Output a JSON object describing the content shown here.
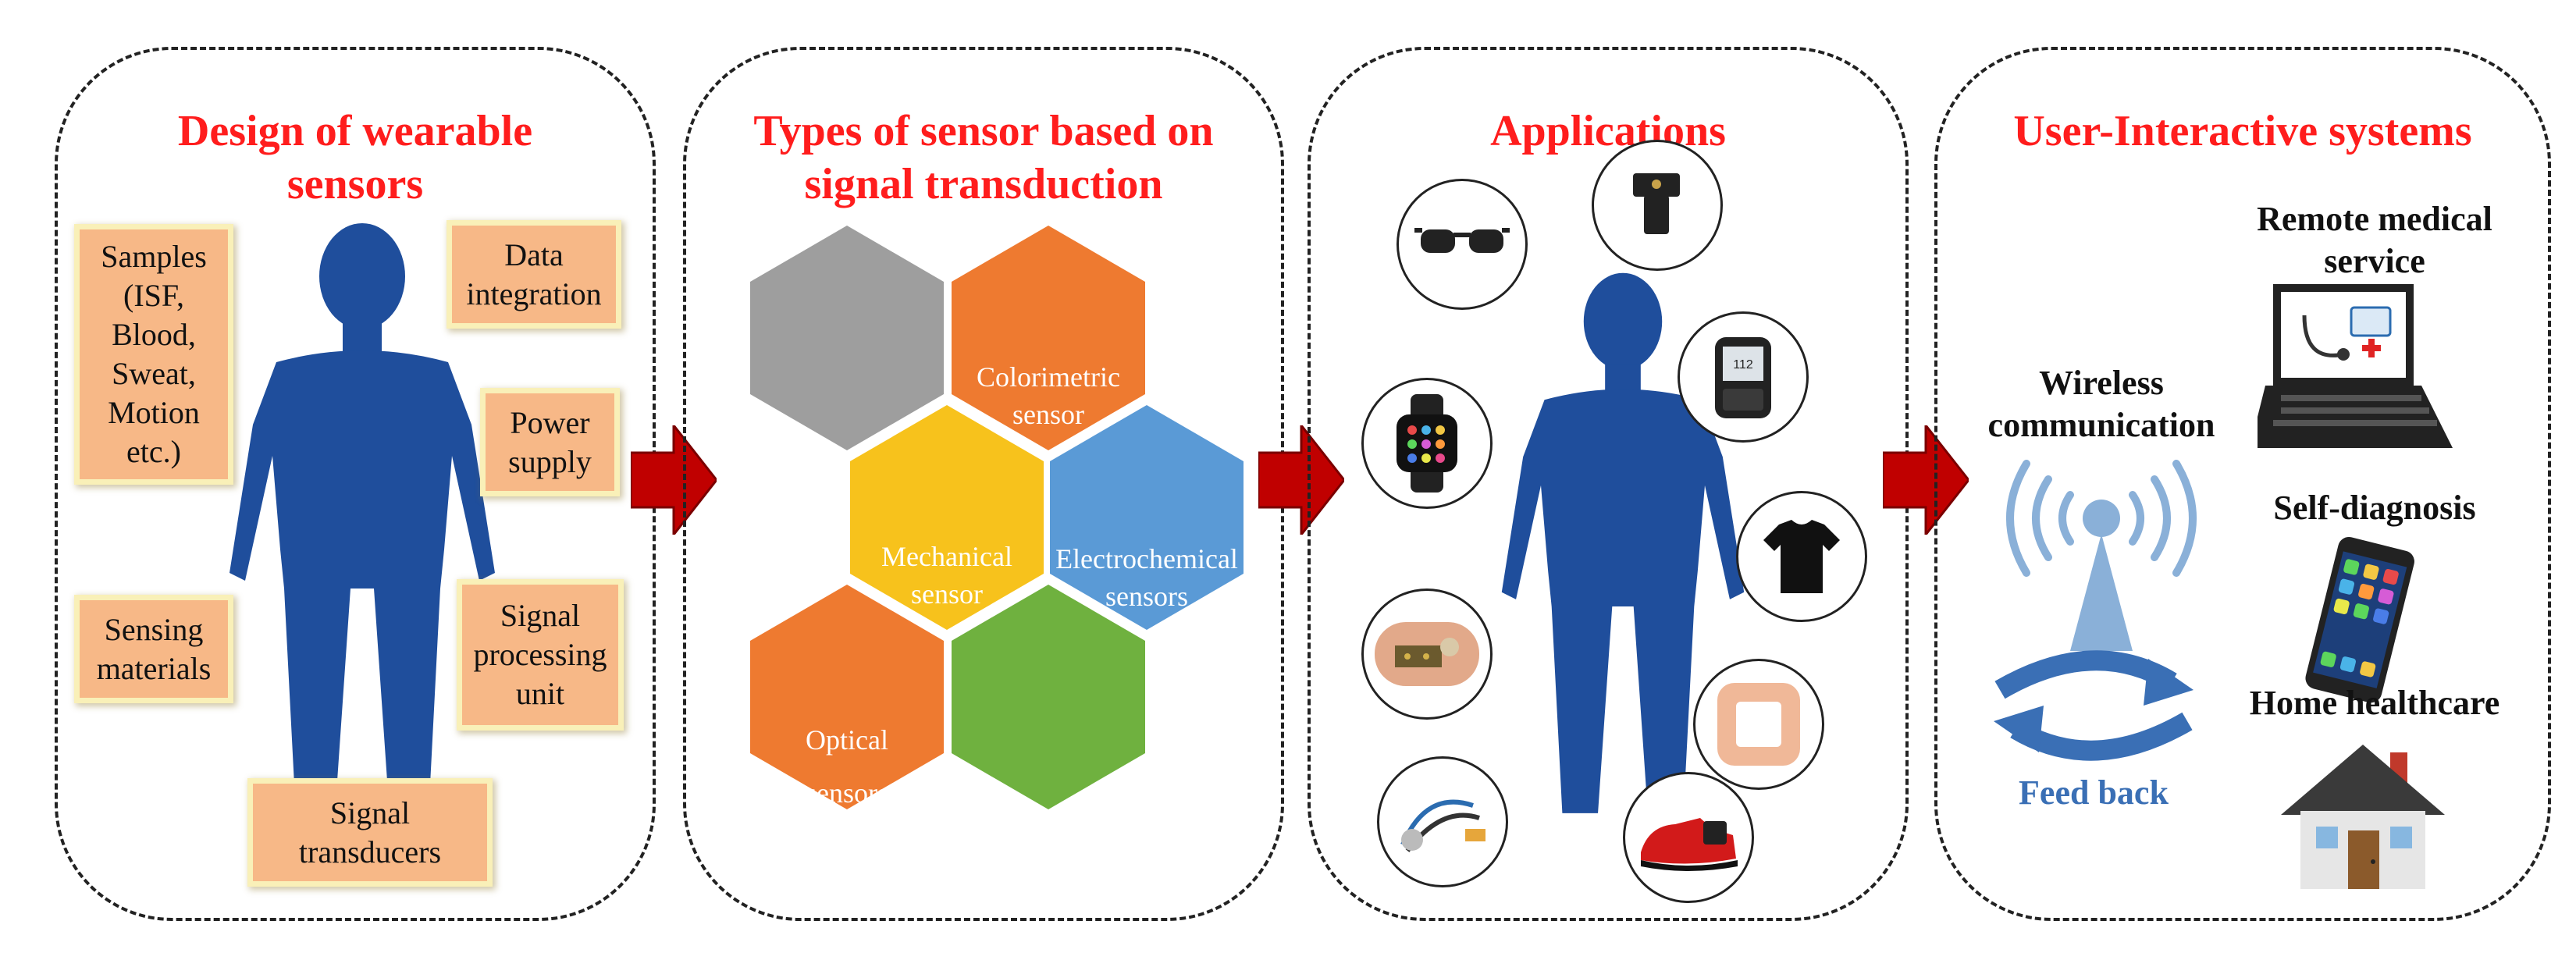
{
  "panels": [
    {
      "title_line1": "Design of wearable",
      "title_line2": "sensors"
    },
    {
      "title_line1": "Types of sensor based on",
      "title_line2": "signal transduction"
    },
    {
      "title": "Applications"
    },
    {
      "title": "User-Interactive systems"
    }
  ],
  "design_boxes": {
    "samples": [
      "Samples",
      "(ISF,",
      "Blood,",
      "Sweat,",
      "Motion",
      "etc.)"
    ],
    "data_integration": [
      "Data",
      "integration"
    ],
    "power_supply": [
      "Power",
      "supply"
    ],
    "sensing_materials": [
      "Sensing",
      "materials"
    ],
    "signal_processing": [
      "Signal",
      "processing",
      "unit"
    ],
    "signal_transducers": [
      "Signal",
      "transducers"
    ]
  },
  "hexagons": {
    "colorimetric": [
      "Colorimetric",
      "sensor"
    ],
    "mechanical": [
      "Mechanical",
      "sensor"
    ],
    "electrochemical": [
      "Electrochemical",
      "sensors"
    ],
    "optical": [
      "Optical",
      "sensors"
    ]
  },
  "hex_colors": {
    "gray": "#9e9e9e",
    "colorimetric": "#ee7a30",
    "mechanical": "#f7c21c",
    "electrochemical": "#5a9ad6",
    "optical": "#ee7a30",
    "green": "#6fb13f"
  },
  "applications_icons": [
    "glasses-icon",
    "sensor-clip-icon",
    "glucose-meter-icon",
    "smartwatch-icon",
    "tshirt-icon",
    "skin-patch-icon",
    "bandage-icon",
    "cable-sensor-icon",
    "shoe-icon"
  ],
  "user_interactive": {
    "remote_medical": [
      "Remote medical",
      "service"
    ],
    "wireless": [
      "Wireless",
      "communication"
    ],
    "self_diagnosis": "Self-diagnosis",
    "home_healthcare": "Home healthcare",
    "feedback": "Feed back"
  },
  "colors": {
    "title_red": "#ff1d1d",
    "body_blue": "#1f4e9c",
    "arrow_red": "#c00000",
    "tan_fill": "#f7b887"
  }
}
